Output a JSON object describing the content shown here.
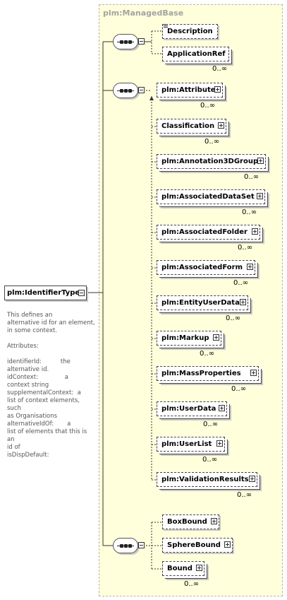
{
  "base": {
    "title": "plm:ManagedBase"
  },
  "root": {
    "label": "plm:IdentifierType"
  },
  "documentation": "This defines an\nalternative id for an element,\nin some context.\n\nAttributes:\n\nidentifierId:          the\nalternative id.\nidContext:              a\ncontext string\nsupplementalContext:  a\nlist of context elements, such\nas Organisations\nalternativeIdOf:       a\nlist of elements that this is an\nid of\nisDispDefault:",
  "group1": {
    "elements": [
      {
        "label": "Description",
        "cardinality": ""
      },
      {
        "label": "ApplicationRef",
        "cardinality": "0..∞"
      }
    ]
  },
  "group2": {
    "elements": [
      {
        "label": "plm:Attribute",
        "cardinality": "0..∞"
      },
      {
        "label": "Classification",
        "cardinality": "0..∞"
      },
      {
        "label": "plm:Annotation3DGroup",
        "cardinality": "0..∞"
      },
      {
        "label": "plm:AssociatedDataSet",
        "cardinality": "0..∞"
      },
      {
        "label": "plm:AssociatedFolder",
        "cardinality": "0..∞"
      },
      {
        "label": "plm:AssociatedForm",
        "cardinality": "0..∞"
      },
      {
        "label": "plm:EntityUserData",
        "cardinality": "0..∞"
      },
      {
        "label": "plm:Markup",
        "cardinality": "0..∞"
      },
      {
        "label": "plm:MassProperties",
        "cardinality": "0..∞"
      },
      {
        "label": "plm:UserData",
        "cardinality": "0..∞"
      },
      {
        "label": "plm:UserList",
        "cardinality": "0..∞"
      },
      {
        "label": "plm:ValidationResults",
        "cardinality": "0..∞"
      }
    ]
  },
  "group3": {
    "elements": [
      {
        "label": "BoxBound",
        "cardinality": ""
      },
      {
        "label": "SphereBound",
        "cardinality": ""
      },
      {
        "label": "Bound",
        "cardinality": "0..∞"
      }
    ]
  },
  "colors": {
    "base_fill": "#ffffdc",
    "base_border": "#b5b5b5",
    "title": "#a3a3a3"
  }
}
